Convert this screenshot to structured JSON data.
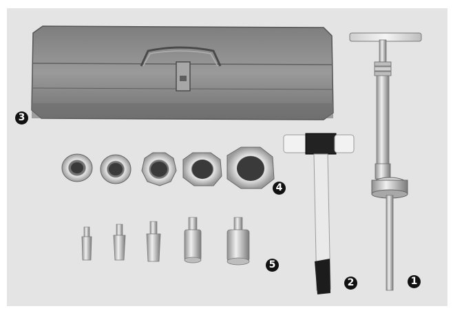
{
  "labels": {
    "extractor": "1",
    "hammer": "2",
    "toolbox": "3",
    "nuts": "4",
    "adapters": "5"
  },
  "colors": {
    "background": "#e4e4e4",
    "toolbox": "#8a8a8a",
    "steel": "#c8c8c8",
    "hammer_head_white": "#f2f2f2",
    "hammer_head_black": "#222222",
    "badge": "#111111"
  }
}
